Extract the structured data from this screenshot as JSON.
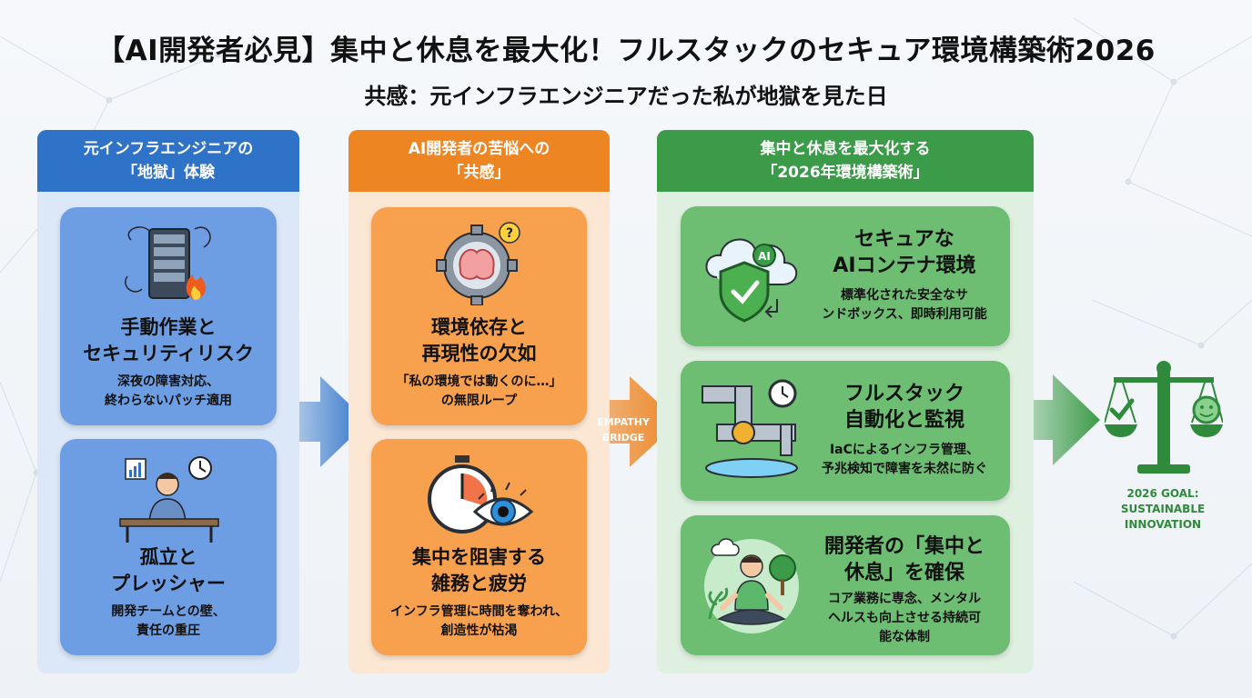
{
  "title": "【AI開発者必見】集中と休息を最大化！フルスタックのセキュア環境構築術2026",
  "subtitle": "共感：元インフラエンジニアだった私が地獄を見た日",
  "colors": {
    "blue": "#2f73c9",
    "orange": "#ee8523",
    "green": "#3c9b48"
  },
  "columns": [
    {
      "header_line1": "元インフラエンジニアの",
      "header_line2": "「地獄」体験",
      "cards": [
        {
          "icon": "burning-server-icon",
          "title_line1": "手動作業と",
          "title_line2": "セキュリティリスク",
          "desc_line1": "深夜の障害対応、",
          "desc_line2": "終わらないパッチ適用"
        },
        {
          "icon": "stressed-worker-icon",
          "title_line1": "孤立と",
          "title_line2": "プレッシャー",
          "desc_line1": "開発チームとの壁、",
          "desc_line2": "責任の重圧"
        }
      ]
    },
    {
      "header_line1": "AI開発者の苦悩への",
      "header_line2": "「共感」",
      "cards": [
        {
          "icon": "brain-gear-icon",
          "title_line1": "環境依存と",
          "title_line2": "再現性の欠如",
          "desc_line1": "「私の環境では動くのに…」",
          "desc_line2": "の無限ループ"
        },
        {
          "icon": "stopwatch-eye-icon",
          "title_line1": "集中を阻害する",
          "title_line2": "雑務と疲労",
          "desc_line1": "インフラ管理に時間を奪われ、",
          "desc_line2": "創造性が枯渇"
        }
      ]
    },
    {
      "header_line1": "集中と休息を最大化する",
      "header_line2": "「2026年環境構築術」",
      "cards": [
        {
          "icon": "ai-cloud-shield-icon",
          "title_line1": "セキュアな",
          "title_line2": "AIコンテナ環境",
          "desc_line1": "標準化された安全なサ",
          "desc_line2": "ンドボックス、即時利用可能",
          "desc_line3": ""
        },
        {
          "icon": "pipeline-clock-icon",
          "title_line1": "フルスタック",
          "title_line2": "自動化と監視",
          "desc_line1": "IaCによるインフラ管理、",
          "desc_line2": "予兆検知で障害を未然に防ぐ",
          "desc_line3": ""
        },
        {
          "icon": "meditating-person-icon",
          "title_line1": "開発者の「集中と",
          "title_line2": "休息」を確保",
          "desc_line1": "コア業務に専念、メンタル",
          "desc_line2": "ヘルスも向上させる持続可",
          "desc_line3": "能な体制"
        }
      ]
    }
  ],
  "bridge": {
    "line1": "EMPATHY",
    "line2": "BRIDGE"
  },
  "goal": {
    "icon": "balance-scale-icon",
    "line1": "2026 GOAL:",
    "line2": "SUSTAINABLE",
    "line3": "INNOVATION"
  }
}
